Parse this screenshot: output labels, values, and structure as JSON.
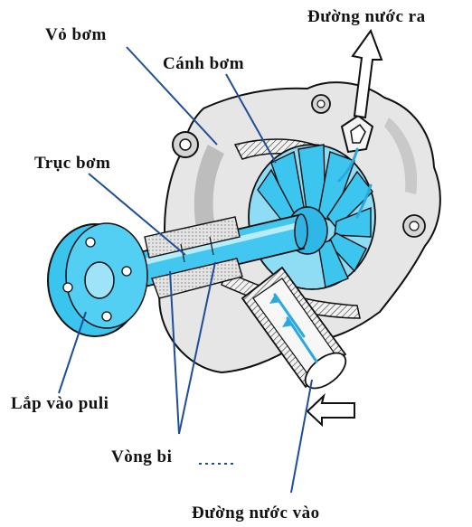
{
  "labels": {
    "housing": "Vỏ bơm",
    "outlet": "Đường nước ra",
    "impeller": "Cánh bơm",
    "shaft": "Trục bơm",
    "pulley": "Lắp vào puli",
    "bearing": "Vòng bi",
    "inlet": "Đường nước vào"
  },
  "colors": {
    "metal": "#e6e6e6",
    "metal_dark": "#9b9b9b",
    "water_blue": "#39c5ee",
    "line": "#1f4e96",
    "outline": "#111111"
  }
}
